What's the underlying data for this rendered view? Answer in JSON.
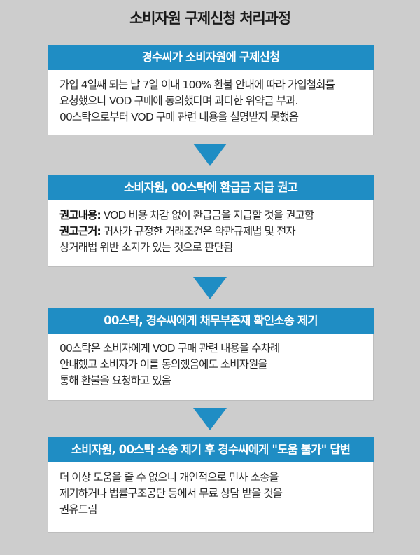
{
  "title": "소비자원 구제신청 처리과정",
  "colors": {
    "header": "#1f8dc4",
    "arrow": "#1f8dc4",
    "background": "#cdcdcd"
  },
  "steps": [
    {
      "header": "경수씨가 소비자원에 구제신청",
      "lines": [
        "가입 4일째 되는 날 7일 이내 100% 환불 안내에 따라 가입철회를",
        "요청했으나 VOD 구매에 동의했다며 과다한 위약금 부과.",
        "00스탁으로부터 VOD 구매 관련 내용을 설명받지 못했음"
      ]
    },
    {
      "header": "소비자원, 00스탁에 환급금 지급 권고",
      "recommend_label": "권고내용:",
      "recommend_text": " VOD 비용 차감 없이 환급금을 지급할 것을 권고함",
      "basis_label": "권고근거:",
      "basis_text": " 귀사가 규정한 거래조건은 약관규제법 및 전자",
      "basis_line2": "상거래법 위반 소지가 있는 것으로 판단됨"
    },
    {
      "header": "00스탁, 경수씨에게 채무부존재 확인소송 제기",
      "lines": [
        "00스탁은 소비자에게 VOD 구매 관련 내용을 수차례",
        "안내했고 소비자가 이를 동의했음에도 소비자원을",
        "통해 환불을 요청하고 있음"
      ]
    },
    {
      "header": "소비자원, 00스탁 소송 제기 후 경수씨에게 \"도움 불가\" 답변",
      "lines": [
        "더 이상 도움을 줄 수 없으니 개인적으로 민사 소송을",
        "제기하거나 법률구조공단 등에서 무료 상담 받을 것을",
        "권유드림"
      ]
    }
  ]
}
